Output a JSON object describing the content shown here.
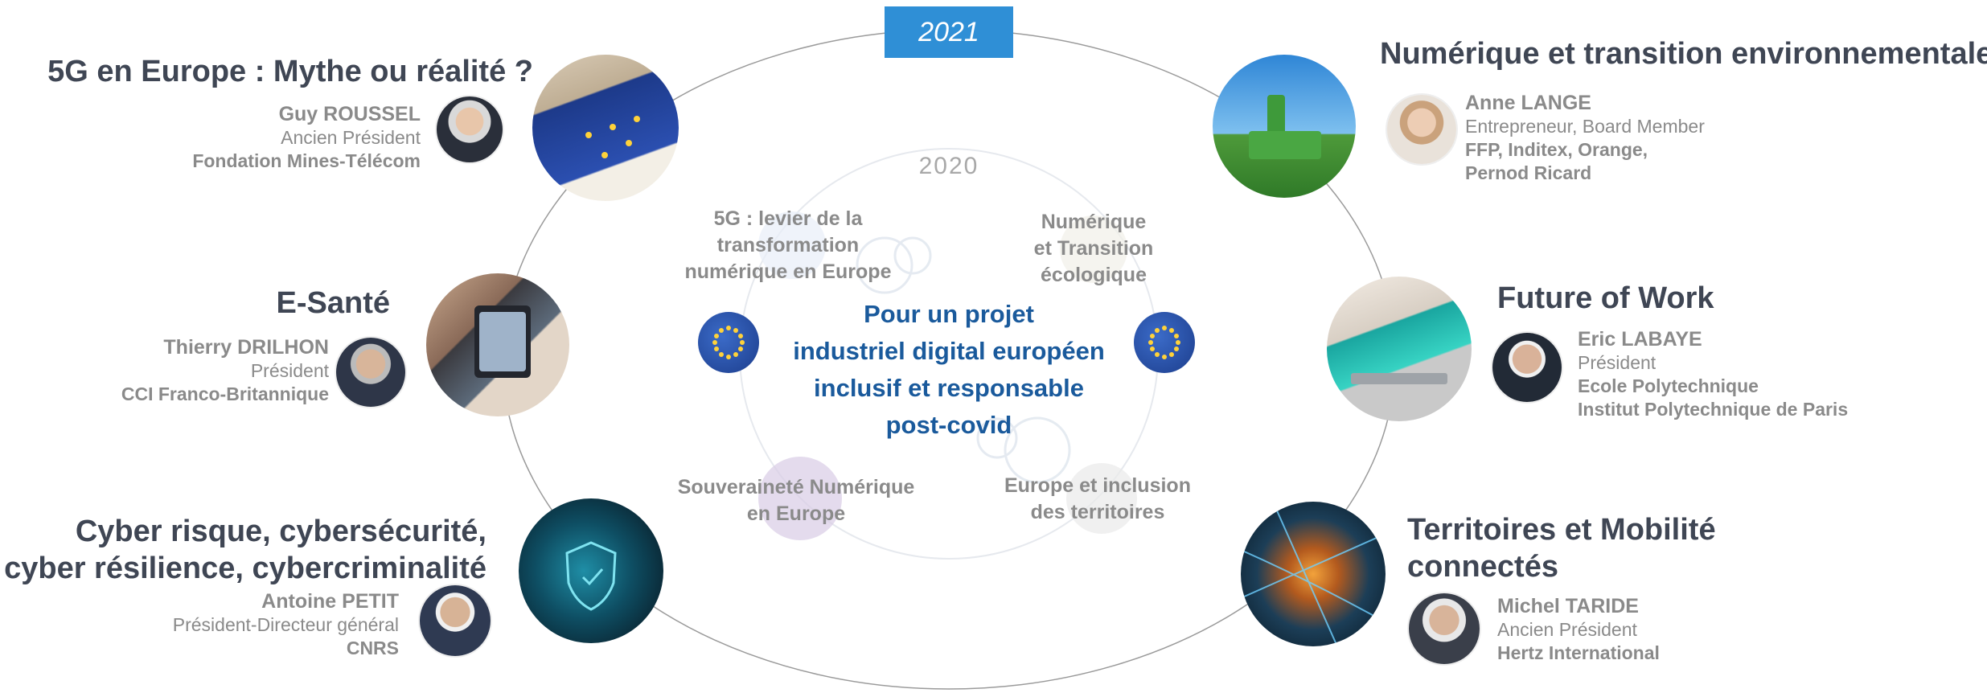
{
  "year_main": "2021",
  "year_inner": "2020",
  "center": {
    "line1": "Pour un projet",
    "line2": "industriel digital européen",
    "line3": "inclusif et responsable",
    "line4": "post-covid"
  },
  "inner_topics": {
    "t1": {
      "line1": "5G : levier de la",
      "line2": "transformation",
      "line3": "numérique en Europe"
    },
    "t2": {
      "line1": "Numérique",
      "line2": "et Transition",
      "line3": "écologique"
    },
    "t3": {
      "line1": "Souveraineté Numérique",
      "line2": "en Europe"
    },
    "t4": {
      "line1": "Europe et inclusion",
      "line2": "des territoires"
    }
  },
  "sessions": {
    "s1": {
      "title": "5G en Europe : Mythe ou réalité ?",
      "name": "Guy ROUSSEL",
      "role": "Ancien Président",
      "org": "Fondation Mines-Télécom"
    },
    "s2": {
      "title": "E-Santé",
      "name": "Thierry DRILHON",
      "role": "Président",
      "org": "CCI Franco-Britannique"
    },
    "s3": {
      "title1": "Cyber risque, cybersécurité,",
      "title2": "cyber résilience, cybercriminalité",
      "name": "Antoine PETIT",
      "role": "Président-Directeur général",
      "org": "CNRS"
    },
    "s4": {
      "title": "Numérique et transition environnementale",
      "name": "Anne LANGE",
      "role": "Entrepreneur, Board Member",
      "org1": "FFP, Inditex, Orange,",
      "org2": "Pernod Ricard"
    },
    "s5": {
      "title": "Future of Work",
      "name": "Eric LABAYE",
      "role": "Président",
      "org1": "Ecole Polytechnique",
      "org2": "Institut Polytechnique de Paris"
    },
    "s6": {
      "title1": "Territoires et Mobilité",
      "title2": "connectés",
      "name": "Michel TARIDE",
      "role": "Ancien Président",
      "org": "Hertz International"
    }
  },
  "colors": {
    "year_box": "#2f8fd6",
    "center_text": "#1a5a9c",
    "topic_text": "#3f4654",
    "speaker_text": "#8a8a8a"
  }
}
